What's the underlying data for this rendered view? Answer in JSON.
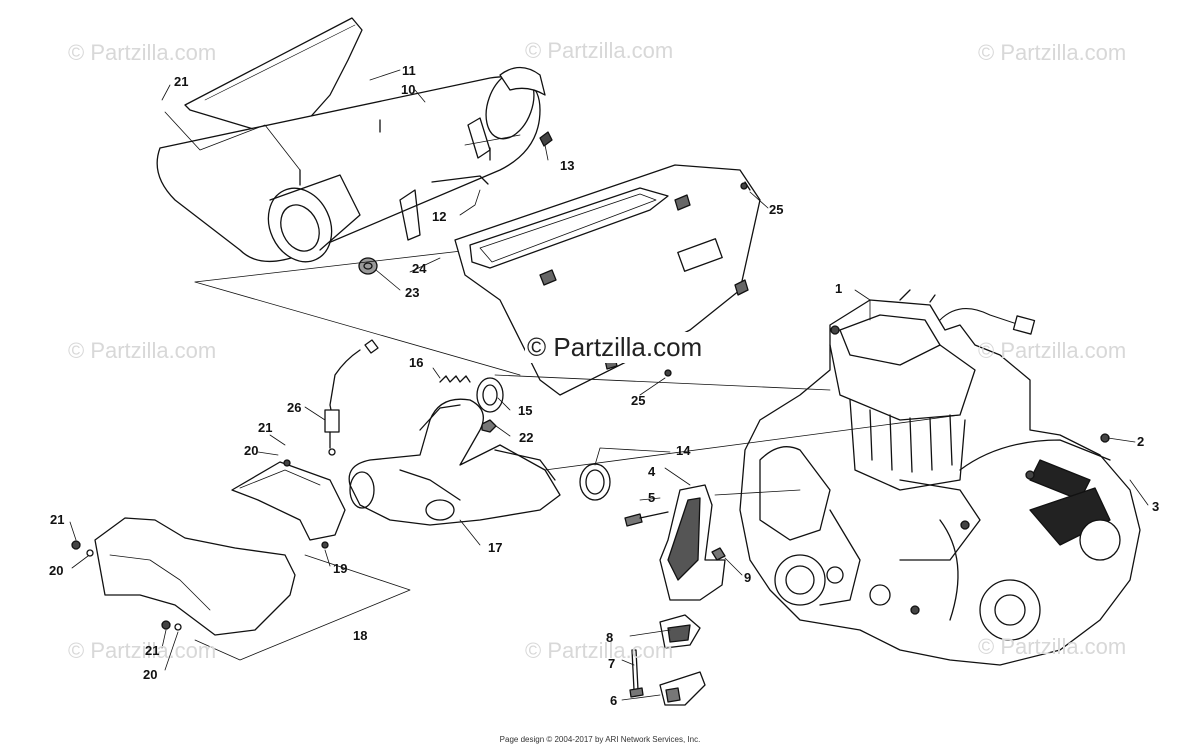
{
  "watermark": "© Partzilla.com",
  "center_watermark": "© Partzilla.com",
  "callouts": [
    "1",
    "2",
    "3",
    "4",
    "5",
    "6",
    "7",
    "8",
    "9",
    "10",
    "11",
    "12",
    "13",
    "14",
    "15",
    "16",
    "17",
    "18",
    "19",
    "20",
    "20",
    "21",
    "21",
    "21",
    "21",
    "22",
    "23",
    "24",
    "25",
    "25",
    "26"
  ],
  "footer": "Page design © 2004-2017 by ARI Network Services, Inc."
}
